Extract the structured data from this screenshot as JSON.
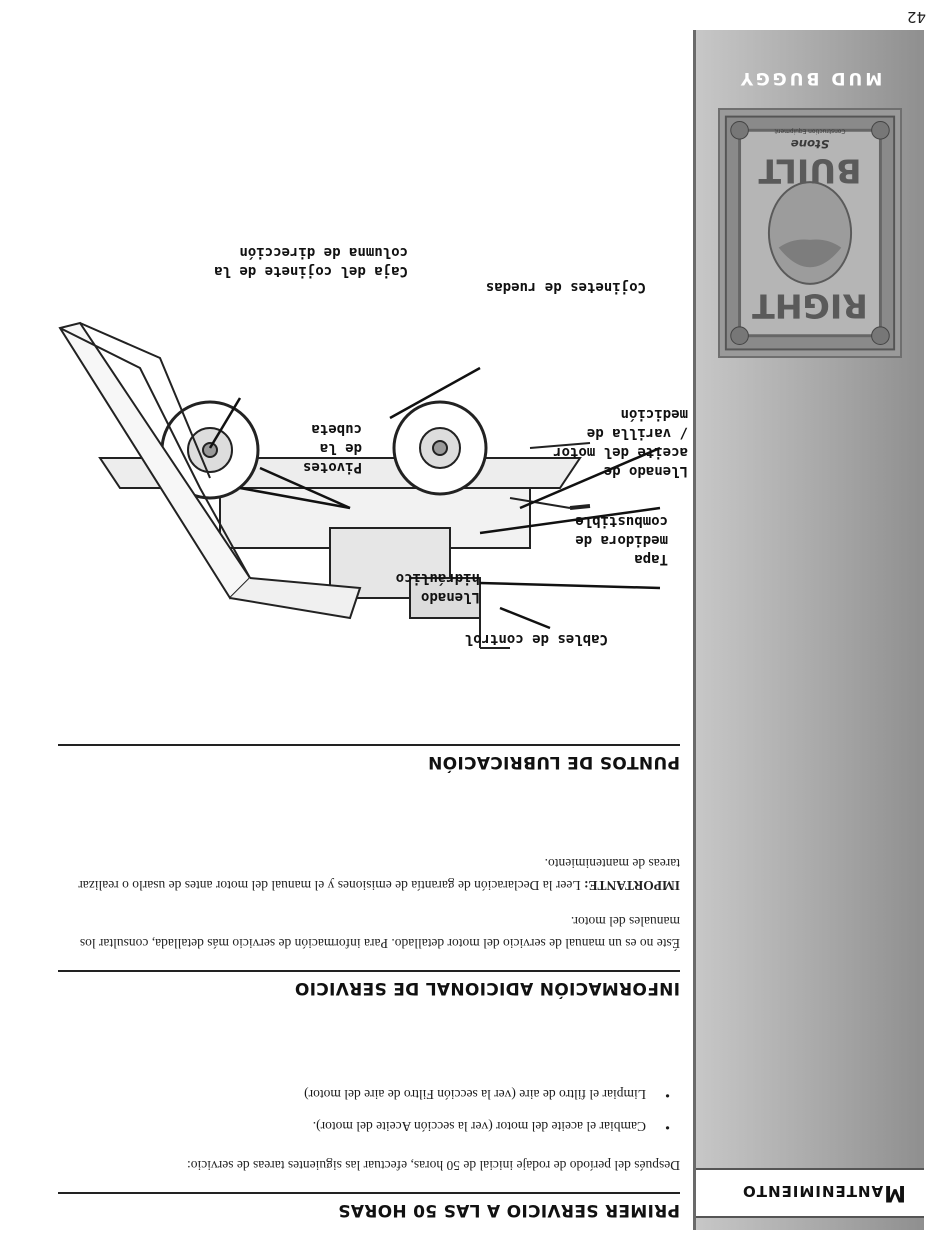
{
  "page_number": "42",
  "section_tab": "Mantenimiento",
  "brand": "MUD BUGGY",
  "logo": {
    "line1": "RIGHT",
    "line2": "BUILT",
    "maker": "Stone",
    "tagline": "Construction Equipment"
  },
  "sections": {
    "first_service": {
      "heading": "PRIMER SERVICIO A LAS 50 HORAS",
      "intro": "Después del período de rodaje inicial de 50 horas, efectuar las siguientes tareas de servicio:",
      "bullets": [
        "Cambiar el aceite del motor (ver la sección Aceite del motor).",
        "Limpiar el filtro de aire (ver la sección Filtro de aire del motor)"
      ]
    },
    "additional_info": {
      "heading": "INFORMACIÓN ADICIONAL DE SERVICIO",
      "paragraph": "Éste no es un manual de servicio del motor detallado. Para información de servicio más detallada, consultar los manuales del motor.",
      "important_label": "IMPORTANTE:",
      "important_text": " Leer la Declaración de garantía de emisiones y el manual del motor antes de usarlo o realizar tareas de mantenimiento."
    },
    "lubrication": {
      "heading": "PUNTOS DE LUBRICACIÓN"
    }
  },
  "diagram_labels": {
    "control_cables": "Cables de control",
    "hydraulic_fill": "Llenado\nhidráulico",
    "fuel_gauge_cap": "Tapa\nmedidora de\ncombustible",
    "oil_fill": "Llenado de\naceite del motor\n/ varilla de\nmedición",
    "bucket_pivots": "Pivotes\nde la\ncubeta",
    "wheel_bearings": "Cojinetes de ruedas",
    "steering_bearing_box": "Caja del cojinete de la\ncolumna de dirección"
  }
}
